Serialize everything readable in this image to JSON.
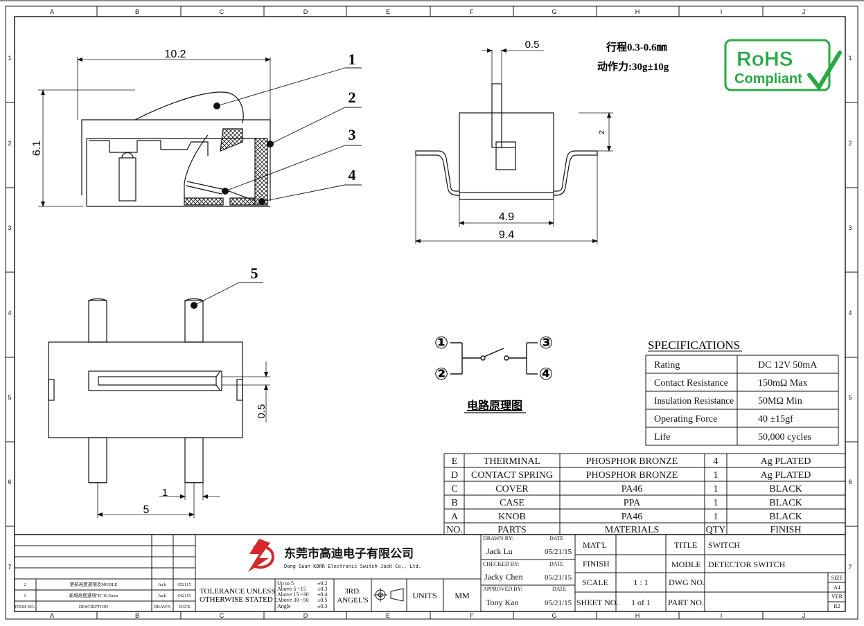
{
  "grid": {
    "columns": [
      "A",
      "B",
      "C",
      "D",
      "E",
      "F",
      "G",
      "H",
      "I",
      "J"
    ],
    "rows": [
      "1",
      "2",
      "3",
      "4",
      "5",
      "6",
      "7"
    ]
  },
  "side_view": {
    "width_dim": "10.2",
    "height_dim": "6.1",
    "callouts": [
      "1",
      "2",
      "3",
      "4"
    ]
  },
  "end_view": {
    "top_dim": "0.5",
    "side_dim": "2",
    "inner_width_dim": "4.9",
    "outer_width_dim": "9.4"
  },
  "notes": {
    "stroke": "行程0.3-0.6㎜",
    "force": "动作力:30g±10g"
  },
  "rohs": {
    "line1": "RoHS",
    "line2": "Compliant",
    "color": "#27a844"
  },
  "top_view": {
    "callout": "5",
    "slot_dim": "0.5",
    "pin_dim": "1",
    "pitch_dim": "5"
  },
  "schematic": {
    "terminals": [
      "①",
      "②",
      "③",
      "④"
    ],
    "title": "电路原理图"
  },
  "specifications": {
    "title": "SPECIFICATIONS",
    "rows": [
      {
        "label": "Rating",
        "value": "DC 12V  50mA"
      },
      {
        "label": "Contact Resistance",
        "value": "150mΩ  Max"
      },
      {
        "label": "Insulation Resistance",
        "value": "50MΩ  Min"
      },
      {
        "label": "Operating Force",
        "value": "40 ±15gf"
      },
      {
        "label": "Life",
        "value": "50,000 cycles"
      }
    ]
  },
  "bom": {
    "header": {
      "no": "NO.",
      "parts": "PARTS",
      "materials": "MATERIALS",
      "qty": "QTY",
      "finish": "FINISH"
    },
    "rows": [
      {
        "no": "E",
        "parts": "THERMINAL",
        "materials": "PHOSPHOR BRONZE",
        "qty": "4",
        "finish": "Ag PLATED"
      },
      {
        "no": "D",
        "parts": "CONTACT SPRING",
        "materials": "PHOSPHOR BRONZE",
        "qty": "1",
        "finish": "Ag PLATED"
      },
      {
        "no": "C",
        "parts": "COVER",
        "materials": "PA46",
        "qty": "1",
        "finish": "BLACK"
      },
      {
        "no": "B",
        "parts": "CASE",
        "materials": "PPA",
        "qty": "1",
        "finish": "BLACK"
      },
      {
        "no": "A",
        "parts": "KNOB",
        "materials": "PA46",
        "qty": "1",
        "finish": "BLACK"
      }
    ]
  },
  "revisions": {
    "header": {
      "item": "ITEM NO.",
      "desc": "DESCRIPTION",
      "drawn": "DRAWN",
      "date": "DATE"
    },
    "rows": [
      {
        "item": "2",
        "desc": "更新高度選項及MODLE",
        "drawn": "Jack",
        "date": "052115"
      },
      {
        "item": "1",
        "desc": "新增高度選項\"K\"10.5mm",
        "drawn": "Jack",
        "date": "042115"
      }
    ]
  },
  "company": {
    "name_cn": "东莞市高迪电子有限公司",
    "name_en": "Dong Guan KDRR  Electronic Switch JacK Co., Ltd.",
    "logo_color": "#d6282b"
  },
  "tolerance": {
    "label1": "TOLERANCE UNLESS",
    "label2": "OTHERWISE STATED :",
    "ranges": [
      "Up to 5",
      "Above 5  ~15",
      "Above 15 ~30",
      "Above 30 ~50",
      "Angle"
    ],
    "values": [
      "±0.2",
      "±0.3",
      "±0.4",
      "±0.5",
      "±0.3"
    ],
    "angle1": "3RD.",
    "angle2": "ANGEL'S",
    "units_label": "UNITS",
    "units_value": "MM"
  },
  "signoff": {
    "drawn_label": "DRAWN BY:",
    "drawn_name": "Jack  Lu",
    "checked_label": "CHECKED BY:",
    "checked_name": "Jacky Chen",
    "approved_label": "APPROVED BY:",
    "approved_name": "Tony Kao",
    "date_label": "DATE",
    "date_value": "05/21/15"
  },
  "titleblock": {
    "matl_label": "MAT'L",
    "finish_label": "FINISH",
    "scale_label": "SCALE",
    "scale_value": "1 : 1",
    "sheet_label": "SHEET NO.",
    "sheet_value": "1 of 1",
    "title_label": "TITLE",
    "title_value": "SWITCH",
    "modle_label": "MODLE",
    "modle_value": "DETECTOR SWITCH",
    "dwg_label": "DWG NO.",
    "part_label": "PART NO.",
    "size_label": "SIZE",
    "size_value": "A4",
    "ver_label": "VER",
    "ver_value": "R2"
  }
}
